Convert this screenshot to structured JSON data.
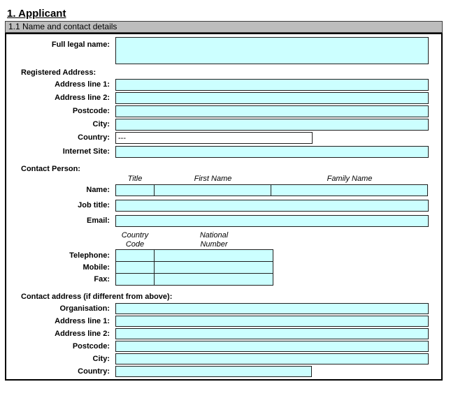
{
  "title": "1. Applicant",
  "section_header": "1.1 Name and contact details",
  "colors": {
    "field_bg": "#CCFFFF",
    "section_bar_bg": "#BDBDBD",
    "white_field_bg": "#FFFFFF",
    "border": "#000000"
  },
  "labels": {
    "full_legal_name": "Full legal name:",
    "registered_address": "Registered Address:",
    "address_line_1": "Address line 1:",
    "address_line_2": "Address line 2:",
    "postcode": "Postcode:",
    "city": "City:",
    "country": "Country:",
    "internet_site": "Internet Site:",
    "contact_person": "Contact Person:",
    "name": "Name:",
    "job_title": "Job title:",
    "email": "Email:",
    "telephone": "Telephone:",
    "mobile": "Mobile:",
    "fax": "Fax:",
    "contact_address": "Contact address (if different from above):",
    "organisation": "Organisation:"
  },
  "column_headers": {
    "title": "Title",
    "first_name": "First Name",
    "family_name": "Family Name",
    "country_code_line1": "Country",
    "country_code_line2": "Code",
    "national_number_line1": "National",
    "national_number_line2": "Number"
  },
  "values": {
    "registered_country": "---"
  }
}
